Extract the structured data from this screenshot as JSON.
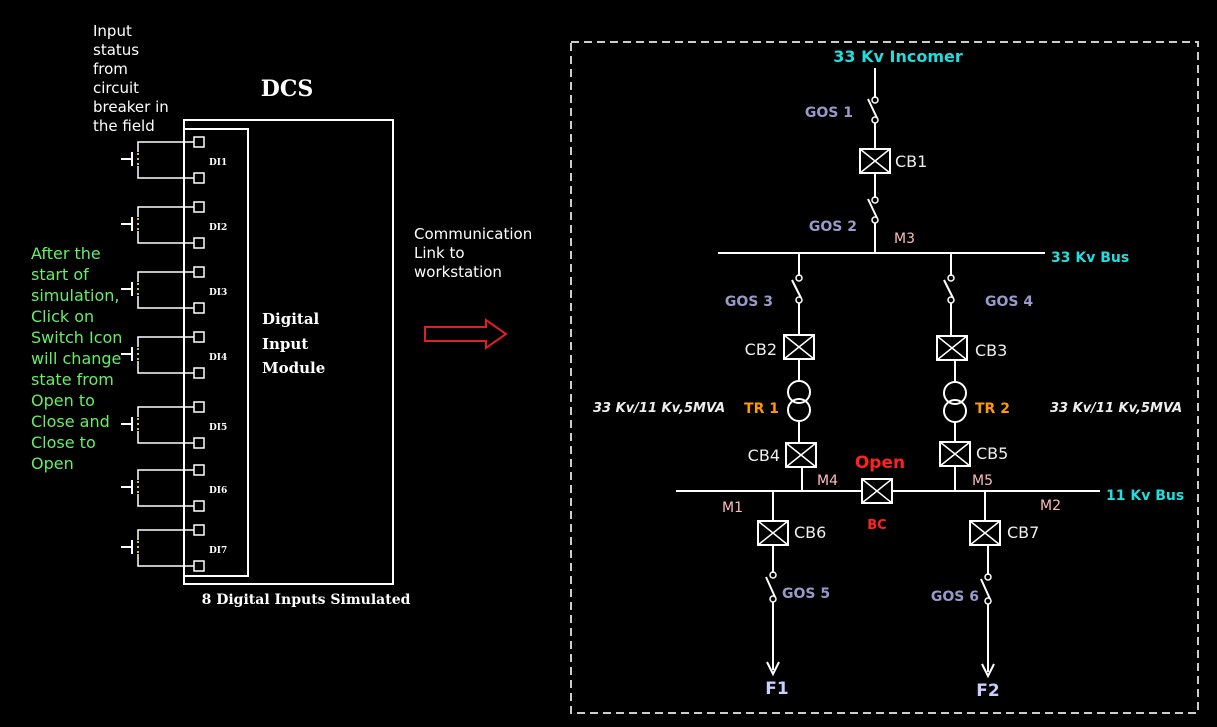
{
  "notes": {
    "field_status": "Input status from circuit breaker in the field",
    "simulation": "After the start of simulation, Click on Switch Icon will change state from Open to Close and Close to Open",
    "communication": "Communication Link to workstation"
  },
  "dcs": {
    "title": "DCS",
    "module_label": [
      "Digital",
      "Input",
      "Module"
    ],
    "footer": "8 Digital Inputs Simulated",
    "inputs": [
      "DI1",
      "DI2",
      "DI3",
      "DI4",
      "DI5",
      "DI6",
      "DI7"
    ]
  },
  "sld": {
    "incomer": "33 Kv Incomer",
    "bus_33": "33 Kv Bus",
    "bus_11": "11 Kv Bus",
    "gos": [
      "GOS 1",
      "GOS 2",
      "GOS 3",
      "GOS 4",
      "GOS 5",
      "GOS 6"
    ],
    "cb": [
      "CB1",
      "CB2",
      "CB3",
      "CB4",
      "CB5",
      "CB6",
      "CB7"
    ],
    "transformers": [
      "TR 1",
      "TR 2"
    ],
    "rating": "33 Kv/11 Kv,5MVA",
    "meters": [
      "M1",
      "M2",
      "M3",
      "M4",
      "M5"
    ],
    "bc_status": "Open",
    "bc_label": "BC",
    "feeders": [
      "F1",
      "F2"
    ]
  },
  "colors": {
    "cyan": "#22dddd",
    "gos": "#9999cc",
    "meter": "#ffbbbb",
    "transformer": "#ff9900",
    "open": "#ff2020",
    "note_green": "#66ee66"
  }
}
